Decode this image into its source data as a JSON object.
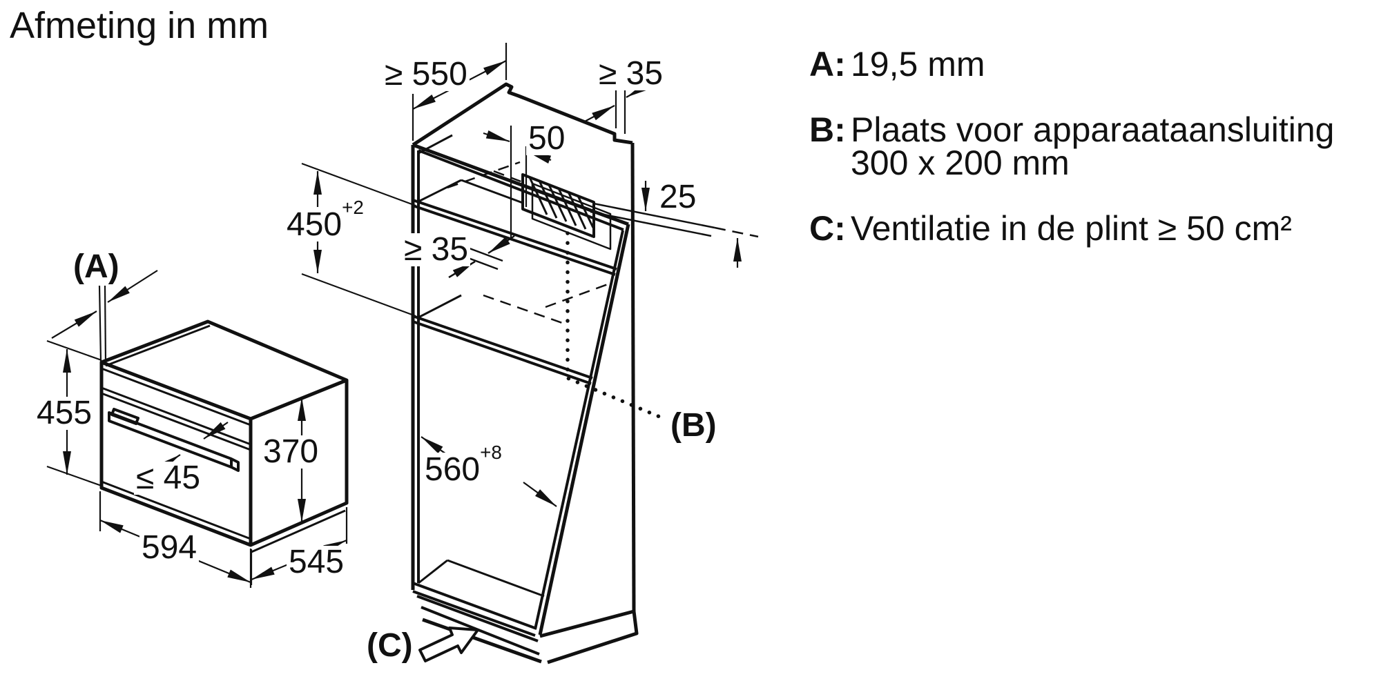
{
  "title": "Afmeting in mm",
  "diagram": {
    "oven": {
      "label_a": "(A)",
      "height": "455",
      "door_height": "370",
      "handle_depth": "≤ 45",
      "width": "594",
      "depth": "545"
    },
    "cabinet": {
      "depth_min": "≥ 550",
      "top_gap_min": "≥ 35",
      "recess": "50",
      "strip": "25",
      "niche_height": "450",
      "niche_height_tol": "+2",
      "shelf_gap_min": "≥ 35",
      "niche_width": "560",
      "niche_width_tol": "+8",
      "label_b": "(B)",
      "label_c": "(C)"
    }
  },
  "legend": {
    "items": [
      {
        "key": "A:",
        "lines": [
          "19,5 mm"
        ]
      },
      {
        "key": "B:",
        "lines": [
          "Plaats voor apparaataansluiting",
          "300 x 200 mm"
        ]
      },
      {
        "key": "C:",
        "lines": [
          "Ventilatie in de plint ≥ 50 cm²"
        ]
      }
    ]
  }
}
